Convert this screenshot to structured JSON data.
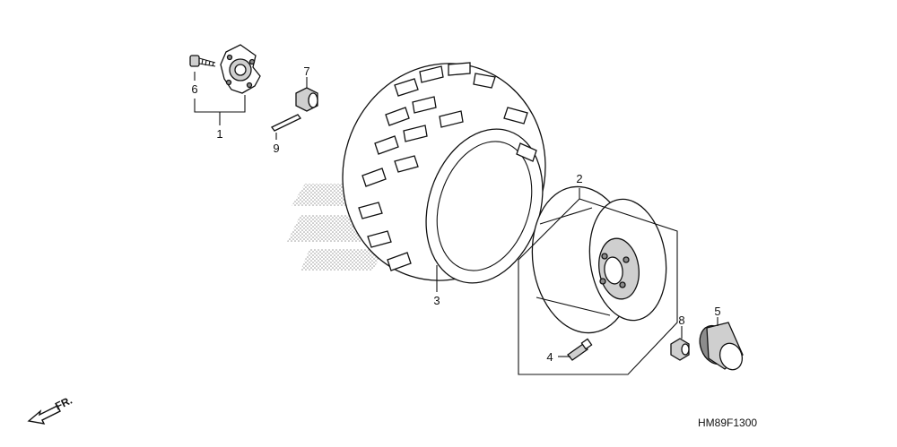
{
  "callouts": {
    "c1": "1",
    "c2": "2",
    "c3": "3",
    "c4": "4",
    "c5": "5",
    "c6": "6",
    "c7": "7",
    "c8": "8",
    "c9": "9"
  },
  "direction_label": "FR.",
  "diagram_code": "HM89F1300",
  "colors": {
    "line": "#111111",
    "watermark": "#c8c8c8",
    "background": "#ffffff"
  }
}
